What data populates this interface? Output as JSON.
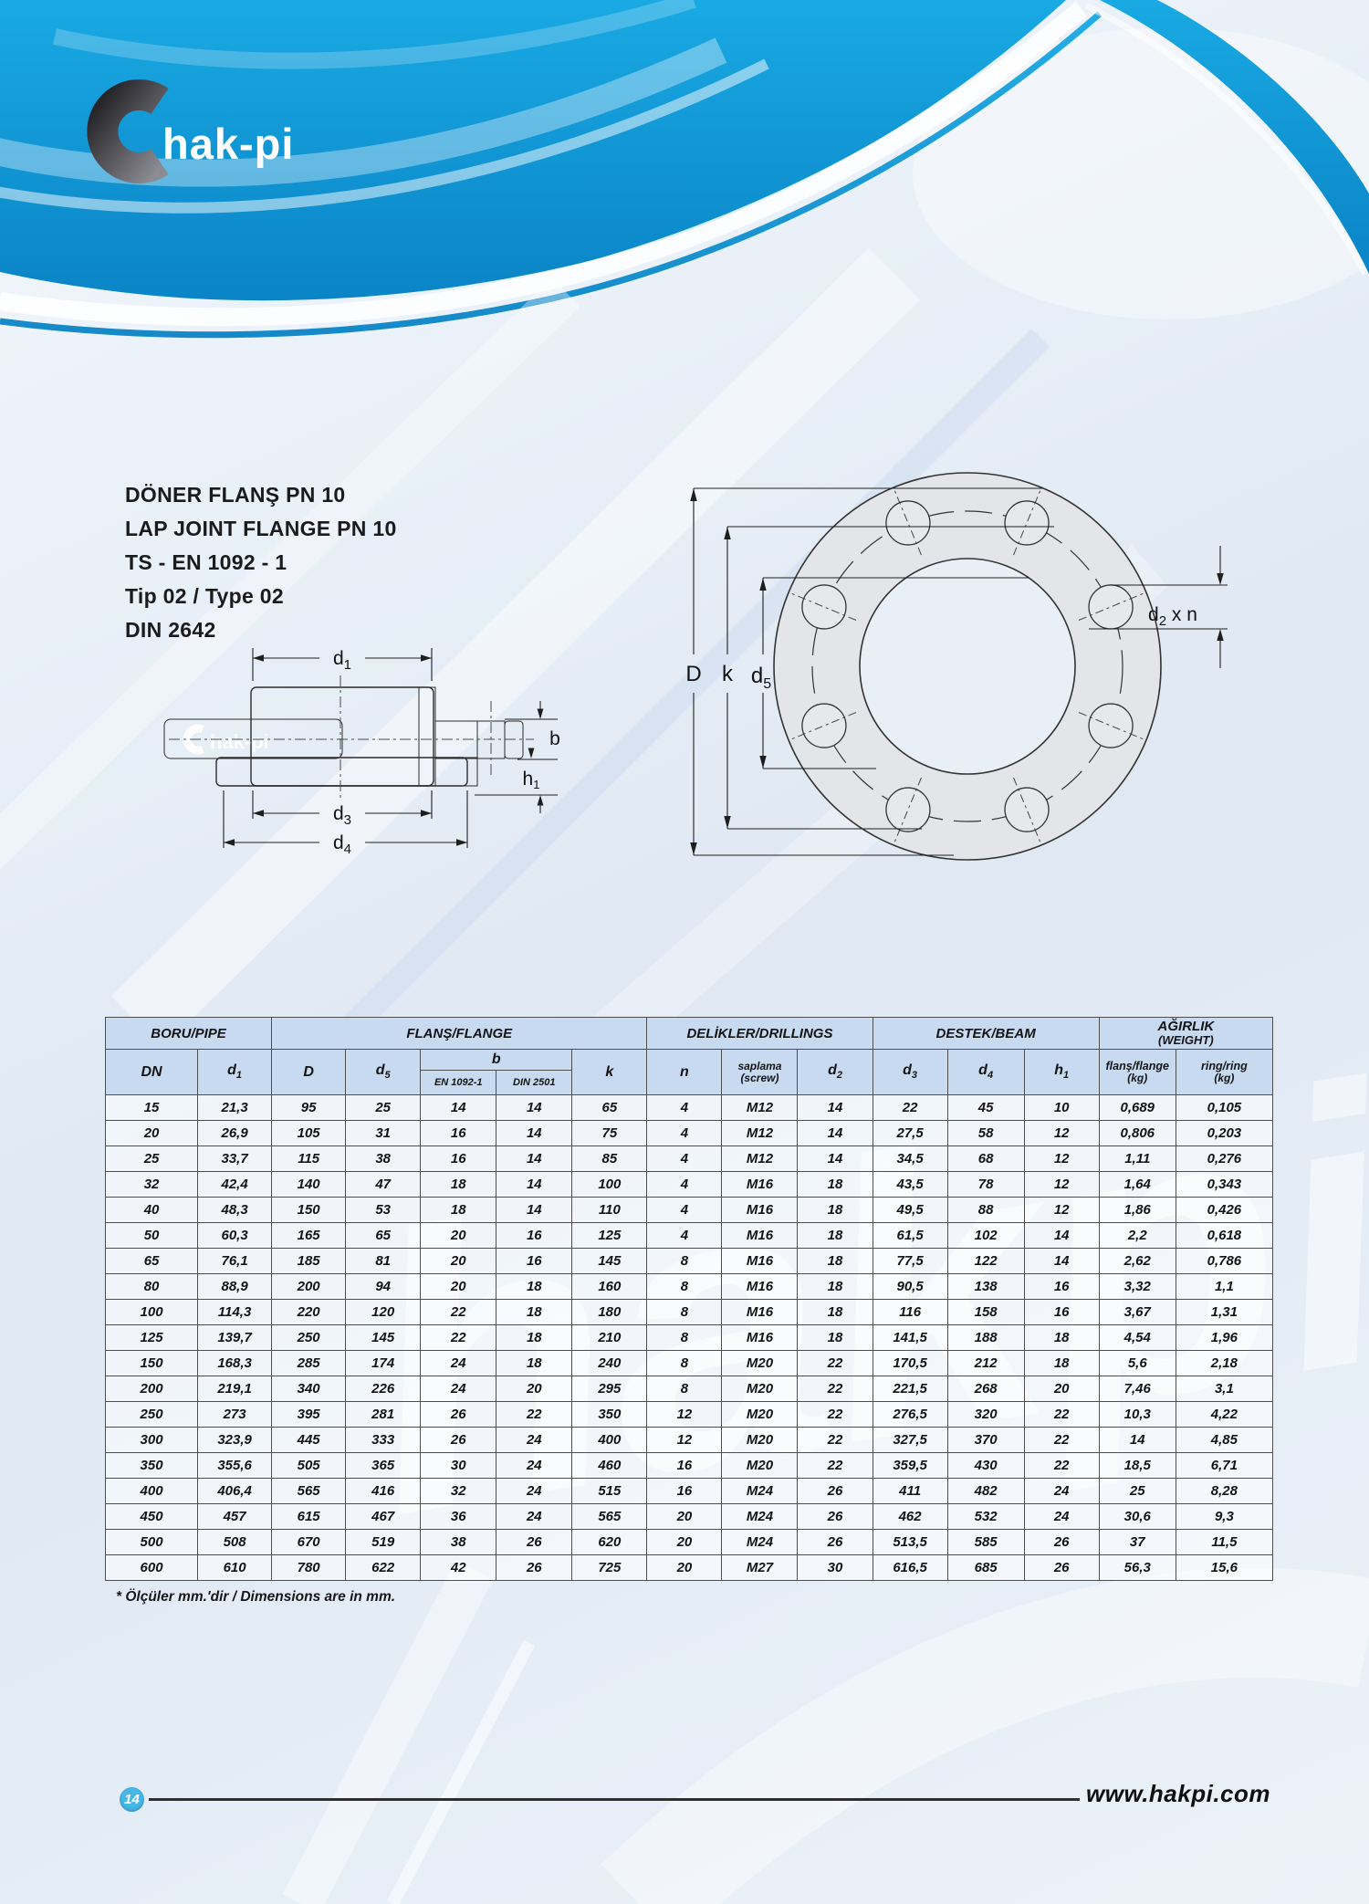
{
  "brand": {
    "name": "hak-pi"
  },
  "titles": [
    "DÖNER  FLANŞ PN 10",
    "LAP JOINT FLANGE PN 10",
    "TS - EN 1092 - 1",
    "Tip 02 / Type 02",
    "DIN 2642"
  ],
  "drawing": {
    "pipe_logo": "hak-pi",
    "labels": {
      "d1": {
        "base": "d",
        "sub": "1"
      },
      "d3": {
        "base": "d",
        "sub": "3"
      },
      "d4": {
        "base": "d",
        "sub": "4"
      },
      "b": "b",
      "h1": {
        "base": "h",
        "sub": "1"
      },
      "D": "D",
      "k": "k",
      "d5": {
        "base": "d",
        "sub": "5"
      },
      "d2xn": {
        "base": "d",
        "sub": "2",
        "suffix": " x n"
      }
    }
  },
  "table": {
    "groups": {
      "pipe": "BORU/PIPE",
      "flange": "FLANŞ/FLANGE",
      "drillings": "DELİKLER/DRILLINGS",
      "beam": "DESTEK/BEAM",
      "weight_1": "AĞIRLIK",
      "weight_2": "(WEIGHT)"
    },
    "columns": {
      "dn": "DN",
      "d1": {
        "base": "d",
        "sub": "1"
      },
      "D": "D",
      "d5": {
        "base": "d",
        "sub": "5"
      },
      "b": "b",
      "b_en": "EN 1092-1",
      "b_din": "DIN 2501",
      "k": "k",
      "n": "n",
      "saplama": {
        "line1": "saplama",
        "line2": "(screw)"
      },
      "d2": {
        "base": "d",
        "sub": "2"
      },
      "d3": {
        "base": "d",
        "sub": "3"
      },
      "d4": {
        "base": "d",
        "sub": "4"
      },
      "h1": {
        "base": "h",
        "sub": "1"
      },
      "flange_kg": {
        "line1": "flanş/flange",
        "line2": "(kg)"
      },
      "ring_kg": {
        "line1": "ring/ring",
        "line2": "(kg)"
      }
    },
    "rows": [
      [
        "15",
        "21,3",
        "95",
        "25",
        "14",
        "14",
        "65",
        "4",
        "M12",
        "14",
        "22",
        "45",
        "10",
        "0,689",
        "0,105"
      ],
      [
        "20",
        "26,9",
        "105",
        "31",
        "16",
        "14",
        "75",
        "4",
        "M12",
        "14",
        "27,5",
        "58",
        "12",
        "0,806",
        "0,203"
      ],
      [
        "25",
        "33,7",
        "115",
        "38",
        "16",
        "14",
        "85",
        "4",
        "M12",
        "14",
        "34,5",
        "68",
        "12",
        "1,11",
        "0,276"
      ],
      [
        "32",
        "42,4",
        "140",
        "47",
        "18",
        "14",
        "100",
        "4",
        "M16",
        "18",
        "43,5",
        "78",
        "12",
        "1,64",
        "0,343"
      ],
      [
        "40",
        "48,3",
        "150",
        "53",
        "18",
        "14",
        "110",
        "4",
        "M16",
        "18",
        "49,5",
        "88",
        "12",
        "1,86",
        "0,426"
      ],
      [
        "50",
        "60,3",
        "165",
        "65",
        "20",
        "16",
        "125",
        "4",
        "M16",
        "18",
        "61,5",
        "102",
        "14",
        "2,2",
        "0,618"
      ],
      [
        "65",
        "76,1",
        "185",
        "81",
        "20",
        "16",
        "145",
        "8",
        "M16",
        "18",
        "77,5",
        "122",
        "14",
        "2,62",
        "0,786"
      ],
      [
        "80",
        "88,9",
        "200",
        "94",
        "20",
        "18",
        "160",
        "8",
        "M16",
        "18",
        "90,5",
        "138",
        "16",
        "3,32",
        "1,1"
      ],
      [
        "100",
        "114,3",
        "220",
        "120",
        "22",
        "18",
        "180",
        "8",
        "M16",
        "18",
        "116",
        "158",
        "16",
        "3,67",
        "1,31"
      ],
      [
        "125",
        "139,7",
        "250",
        "145",
        "22",
        "18",
        "210",
        "8",
        "M16",
        "18",
        "141,5",
        "188",
        "18",
        "4,54",
        "1,96"
      ],
      [
        "150",
        "168,3",
        "285",
        "174",
        "24",
        "18",
        "240",
        "8",
        "M20",
        "22",
        "170,5",
        "212",
        "18",
        "5,6",
        "2,18"
      ],
      [
        "200",
        "219,1",
        "340",
        "226",
        "24",
        "20",
        "295",
        "8",
        "M20",
        "22",
        "221,5",
        "268",
        "20",
        "7,46",
        "3,1"
      ],
      [
        "250",
        "273",
        "395",
        "281",
        "26",
        "22",
        "350",
        "12",
        "M20",
        "22",
        "276,5",
        "320",
        "22",
        "10,3",
        "4,22"
      ],
      [
        "300",
        "323,9",
        "445",
        "333",
        "26",
        "24",
        "400",
        "12",
        "M20",
        "22",
        "327,5",
        "370",
        "22",
        "14",
        "4,85"
      ],
      [
        "350",
        "355,6",
        "505",
        "365",
        "30",
        "24",
        "460",
        "16",
        "M20",
        "22",
        "359,5",
        "430",
        "22",
        "18,5",
        "6,71"
      ],
      [
        "400",
        "406,4",
        "565",
        "416",
        "32",
        "24",
        "515",
        "16",
        "M24",
        "26",
        "411",
        "482",
        "24",
        "25",
        "8,28"
      ],
      [
        "450",
        "457",
        "615",
        "467",
        "36",
        "24",
        "565",
        "20",
        "M24",
        "26",
        "462",
        "532",
        "24",
        "30,6",
        "9,3"
      ],
      [
        "500",
        "508",
        "670",
        "519",
        "38",
        "26",
        "620",
        "20",
        "M24",
        "26",
        "513,5",
        "585",
        "26",
        "37",
        "11,5"
      ],
      [
        "600",
        "610",
        "780",
        "622",
        "42",
        "26",
        "725",
        "20",
        "M27",
        "30",
        "616,5",
        "685",
        "26",
        "56,3",
        "15,6"
      ]
    ]
  },
  "footnote": "* Ölçüler mm.'dir / Dimensions are in mm.",
  "footer": {
    "page_number": "14",
    "website": "www.hakpi.com"
  },
  "colors": {
    "accent_blue": "#0d9bd8",
    "table_header_fill": "#c7daf0",
    "page_circle": "#47b7e7"
  }
}
